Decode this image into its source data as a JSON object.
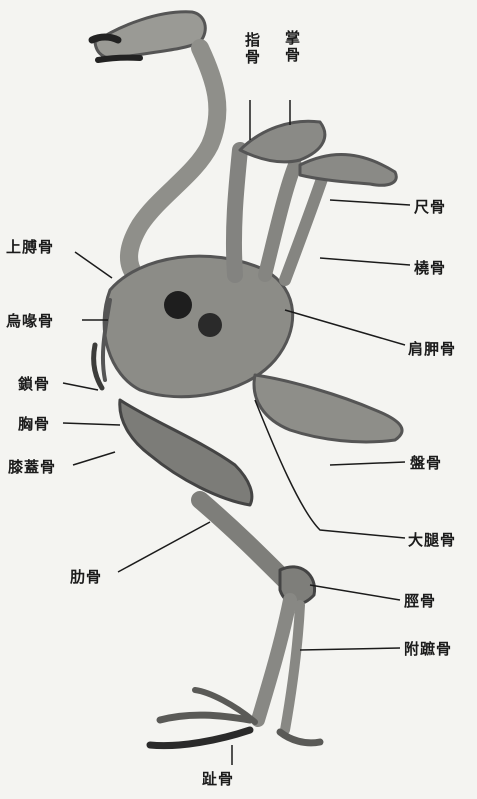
{
  "labels": {
    "hand_bones": "指骨",
    "carpal_bones": "掌骨",
    "ulna": "尺骨",
    "radius": "橈骨",
    "scapula": "肩胛骨",
    "humerus": "上膊骨",
    "coracoid": "烏喙骨",
    "clavicle": "鎖骨",
    "sternum": "胸骨",
    "patella": "膝蓋骨",
    "rib": "肋骨",
    "pelvis": "盤骨",
    "femur": "大腿骨",
    "tibia": "脛骨",
    "tarsometatarsus": "附蹠骨",
    "toe_bones": "趾骨"
  },
  "colors": {
    "ink": "#1b1b1b",
    "bone": "#8a8a86",
    "bone_dark": "#3c3c3a",
    "paper": "#f4f4f1"
  }
}
